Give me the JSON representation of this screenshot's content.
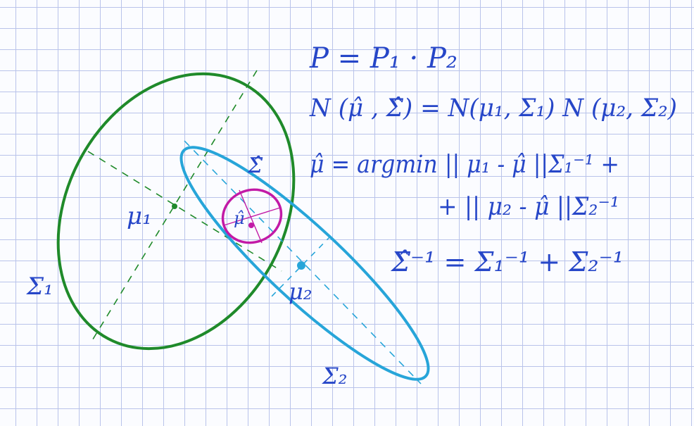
{
  "colors": {
    "ink": "#2646c8",
    "green": "#1f8a2a",
    "blue": "#27a5d9",
    "magenta": "#c21aa6",
    "grid": "#b9c3ea"
  },
  "labels": {
    "mu1": "μ₁",
    "sigma1": "Σ₁",
    "mu2": "μ₂",
    "sigma2": "Σ₂",
    "mu_hat": "μ̂",
    "sigma_hat": "Σ̂"
  },
  "equations": {
    "line1": "P = P₁ · P₂",
    "line2": "N (μ̂ , Σ̂) = N(μ₁, Σ₁) N (μ₂, Σ₂)",
    "line3": "μ̂ = argmin || μ₁ - μ̂ ||Σ₁⁻¹ +",
    "line4": "+ || μ₂ - μ̂ ||Σ₂⁻¹",
    "line5": "Σ̂⁻¹ = Σ₁⁻¹ + Σ₂⁻¹"
  }
}
